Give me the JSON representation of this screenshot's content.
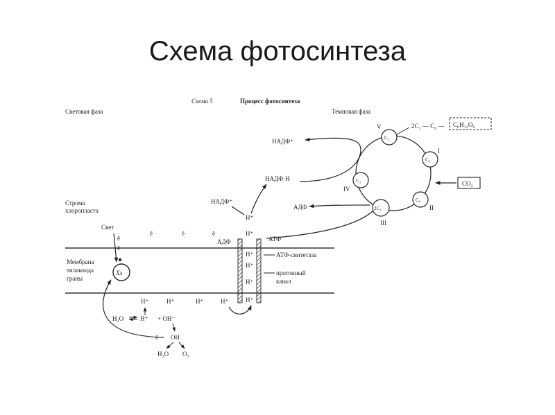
{
  "title": "Схема фотосинтеза",
  "diagram": {
    "scheme_number": "Схема 5",
    "scheme_title": "Процесс фотосинтеза",
    "light_phase": "Световая фаза",
    "dark_phase": "Темновая фаза",
    "stroma_line1": "Строма",
    "stroma_line2": "хлоропласта",
    "membrane_line1": "Мембрана",
    "membrane_line2": "тилакоида",
    "membrane_line3": "граны",
    "light": "Свет",
    "chlorophyll": "Хл",
    "electron": "ē",
    "proton": "H⁺",
    "nadp_plus": "НАДФ⁺",
    "nadp_h": "НАДФ·Н",
    "adp": "АДФ",
    "atp": "АТФ",
    "atp_synthase": "АТФ-синтетаза",
    "channel_line1": "протонный",
    "channel_line2": "канал",
    "water": "H₂O",
    "hydroxyl": "+ OH⁻",
    "oh": "OH",
    "oxygen": "O₂",
    "cycle": {
      "c3_top": "C₃",
      "c5": "C₅",
      "c6": "C₆",
      "two_c3_bottom": "2C₃",
      "c3_left": "C₃",
      "roman_1": "I",
      "roman_2": "II",
      "roman_3": "III",
      "roman_4": "IV",
      "roman_5": "V",
      "co2": "CO₂",
      "chain_prefix": "2C₃ — C₆ —",
      "glucose": "C₆H₁₂O₆"
    }
  }
}
